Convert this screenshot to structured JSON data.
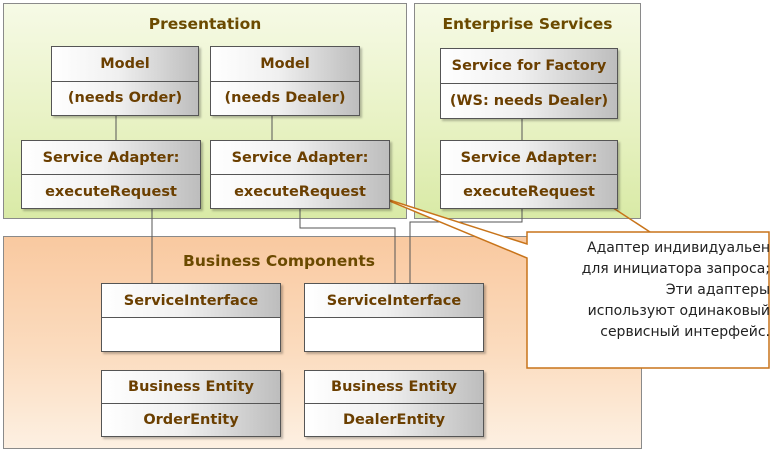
{
  "regions": {
    "presentation": "Presentation",
    "enterprise": "Enterprise Services",
    "business": "Business Components"
  },
  "boxes": {
    "model_order": [
      "Model",
      "(needs Order)"
    ],
    "model_dealer": [
      "Model",
      "(needs Dealer)"
    ],
    "service_factory": [
      "Service for Factory",
      "(WS: needs Dealer)"
    ],
    "adapter_1": [
      "Service Adapter:",
      "executeRequest"
    ],
    "adapter_2": [
      "Service Adapter:",
      "executeRequest"
    ],
    "adapter_3": [
      "Service Adapter:",
      "executeRequest"
    ],
    "service_interface_1": [
      "ServiceInterface",
      ""
    ],
    "service_interface_2": [
      "ServiceInterface",
      ""
    ],
    "entity_order": [
      "Business Entity",
      "OrderEntity"
    ],
    "entity_dealer": [
      "Business Entity",
      "DealerEntity"
    ]
  },
  "callout": {
    "lines": [
      "Адаптер индивидуальен",
      "для инициатора запроса;",
      "Эти адаптеры",
      "используют одинаковый",
      "сервисный интерфейс."
    ]
  },
  "colors": {
    "region_green": "#e8f2c4",
    "region_orange": "#fbdcbf",
    "title_text": "#6b4a00",
    "box_text": "#6b3f00",
    "callout_border": "#c8741a"
  }
}
